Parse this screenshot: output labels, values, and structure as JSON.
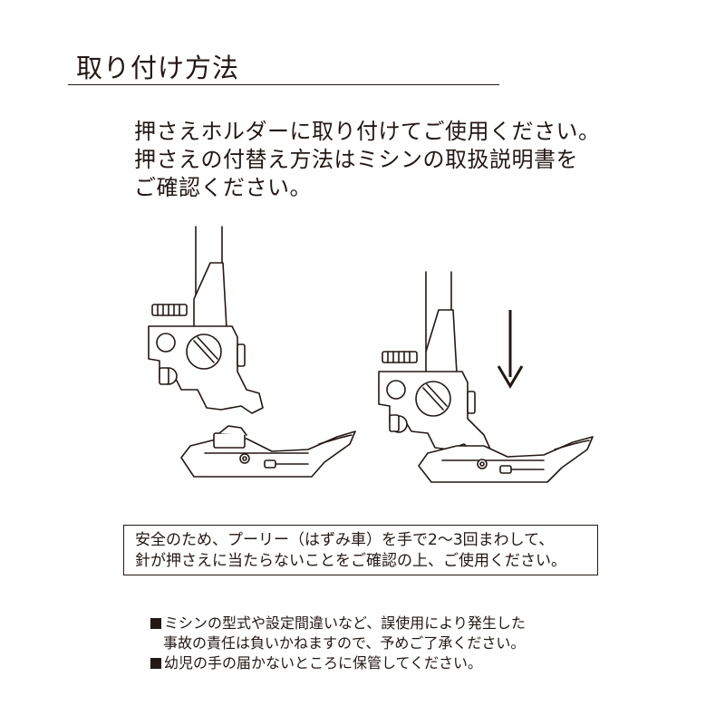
{
  "heading": "取り付け方法",
  "intro": {
    "line1": "押さえホルダーに取り付けてご使用ください。",
    "line2": "押さえの付替え方法はミシンの取扱説明書を",
    "line3": "ご確認ください。"
  },
  "caution": {
    "line1": "安全のため、プーリー（はずみ車）を手で2～3回まわして、",
    "line2": "針が押さえに当たらないことをご確認の上、ご使用ください。"
  },
  "notes": {
    "item1_line1": "ミシンの型式や設定間違いなど、誤使用により発生した",
    "item1_line2": "事故の責任は負いかねますので、予めご了承ください。",
    "item2": "幼児の手の届かないところに保管してください。"
  },
  "colors": {
    "ink": "#231815",
    "background": "#ffffff"
  },
  "icons": [
    "square-bullet-icon",
    "down-arrow-icon"
  ]
}
